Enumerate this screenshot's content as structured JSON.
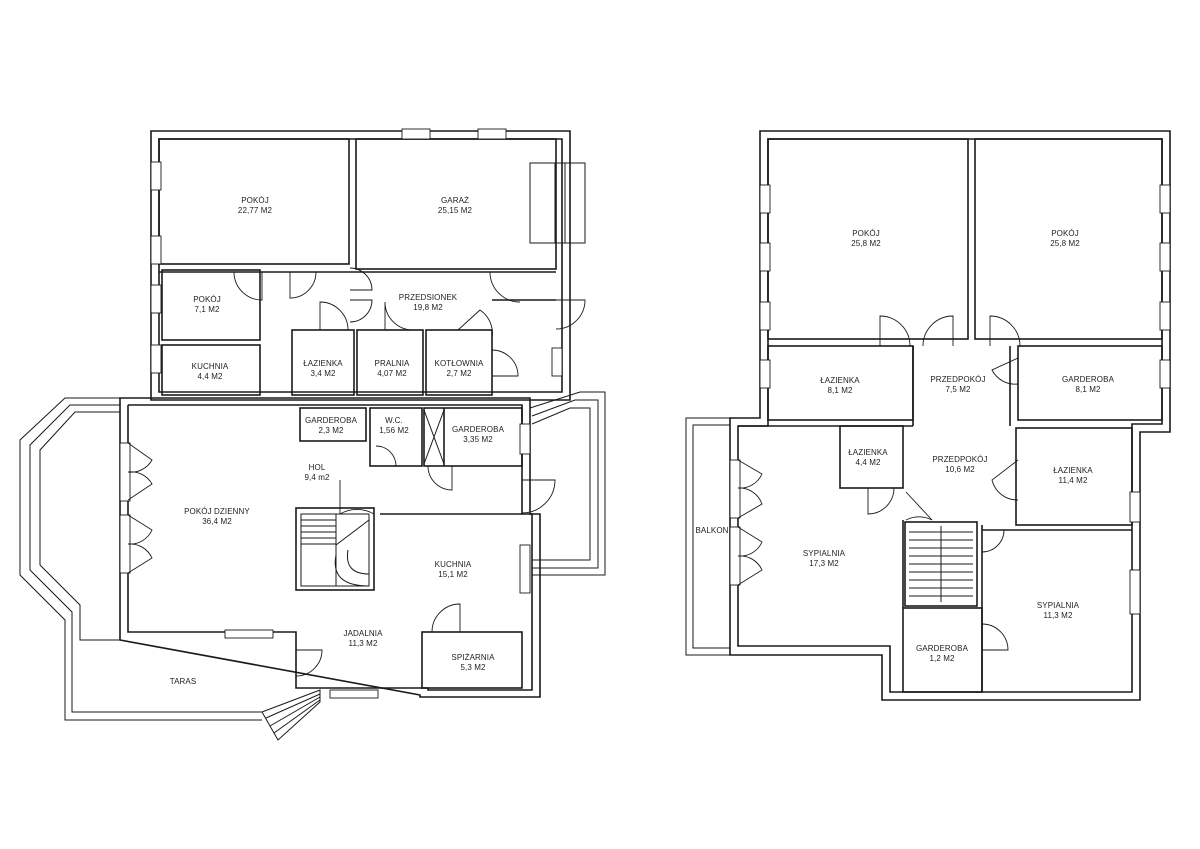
{
  "ground_floor": {
    "rooms": [
      {
        "name": "POKÓJ",
        "area": "22,77 M2"
      },
      {
        "name": "GARAŻ",
        "area": "25,15 M2"
      },
      {
        "name": "POKÓJ",
        "area": "7,1 M2"
      },
      {
        "name": "PRZEDSIONEK",
        "area": "19,8 M2"
      },
      {
        "name": "KUCHNIA",
        "area": "4,4 M2"
      },
      {
        "name": "ŁAZIENKA",
        "area": "3,4 M2"
      },
      {
        "name": "PRALNIA",
        "area": "4,07 M2"
      },
      {
        "name": "KOTŁOWNIA",
        "area": "2,7 M2"
      },
      {
        "name": "GARDEROBA",
        "area": "2,3 M2"
      },
      {
        "name": "W.C.",
        "area": "1,56 M2"
      },
      {
        "name": "GARDEROBA",
        "area": "3,35 M2"
      },
      {
        "name": "HOL",
        "area": "9,4 m2"
      },
      {
        "name": "POKÓJ DZIENNY",
        "area": "36,4 M2"
      },
      {
        "name": "KUCHNIA",
        "area": "15,1 M2"
      },
      {
        "name": "JADALNIA",
        "area": "11,3 M2"
      },
      {
        "name": "SPIŻARNIA",
        "area": "5,3 M2"
      }
    ],
    "terrace": "TARAS"
  },
  "upper_floor": {
    "rooms": [
      {
        "name": "POKÓJ",
        "area": "25,8 M2"
      },
      {
        "name": "POKÓJ",
        "area": "25,8 M2"
      },
      {
        "name": "ŁAZIENKA",
        "area": "8,1 M2"
      },
      {
        "name": "PRZEDPOKÓJ",
        "area": "7,5 M2"
      },
      {
        "name": "GARDEROBA",
        "area": "8,1 M2"
      },
      {
        "name": "ŁAZIENKA",
        "area": "4,4 M2"
      },
      {
        "name": "PRZEDPOKÓJ",
        "area": "10,6 M2"
      },
      {
        "name": "ŁAZIENKA",
        "area": "11,4 M2"
      },
      {
        "name": "SYPIALNIA",
        "area": "17,3 M2"
      },
      {
        "name": "SYPIALNIA",
        "area": "11,3 M2"
      },
      {
        "name": "GARDEROBA",
        "area": "1,2 M2"
      }
    ],
    "balcony": "BALKON"
  }
}
